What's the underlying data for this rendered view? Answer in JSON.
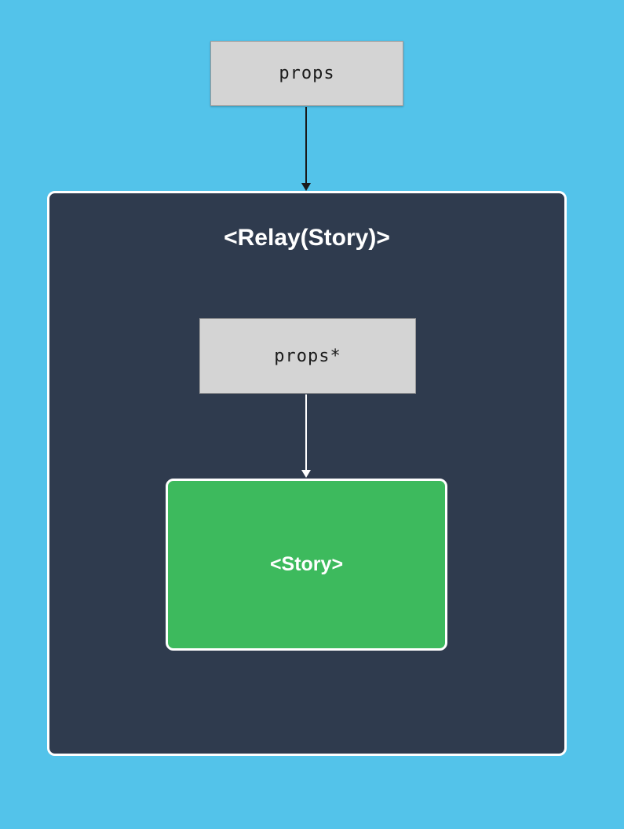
{
  "diagram": {
    "outer_props_label": "props",
    "relay_container_title": "<Relay(Story)>",
    "inner_props_label": "props*",
    "story_label": "<Story>"
  },
  "icons": {
    "outer_arrow": "arrow-down-icon",
    "inner_arrow": "arrow-down-icon"
  },
  "colors": {
    "background": "#53C3EA",
    "props_box_bg": "#D4D4D4",
    "props_box_border": "#9A9A9A",
    "relay_box_bg": "#2F3B4E",
    "relay_box_border": "#FFFFFF",
    "story_box_bg": "#3DBA5D",
    "story_box_border": "#FFFFFF",
    "arrow_dark": "#1A1A1A",
    "arrow_light": "#FFFFFF",
    "label_dark": "#1A1A1A",
    "label_light": "#FFFFFF"
  }
}
